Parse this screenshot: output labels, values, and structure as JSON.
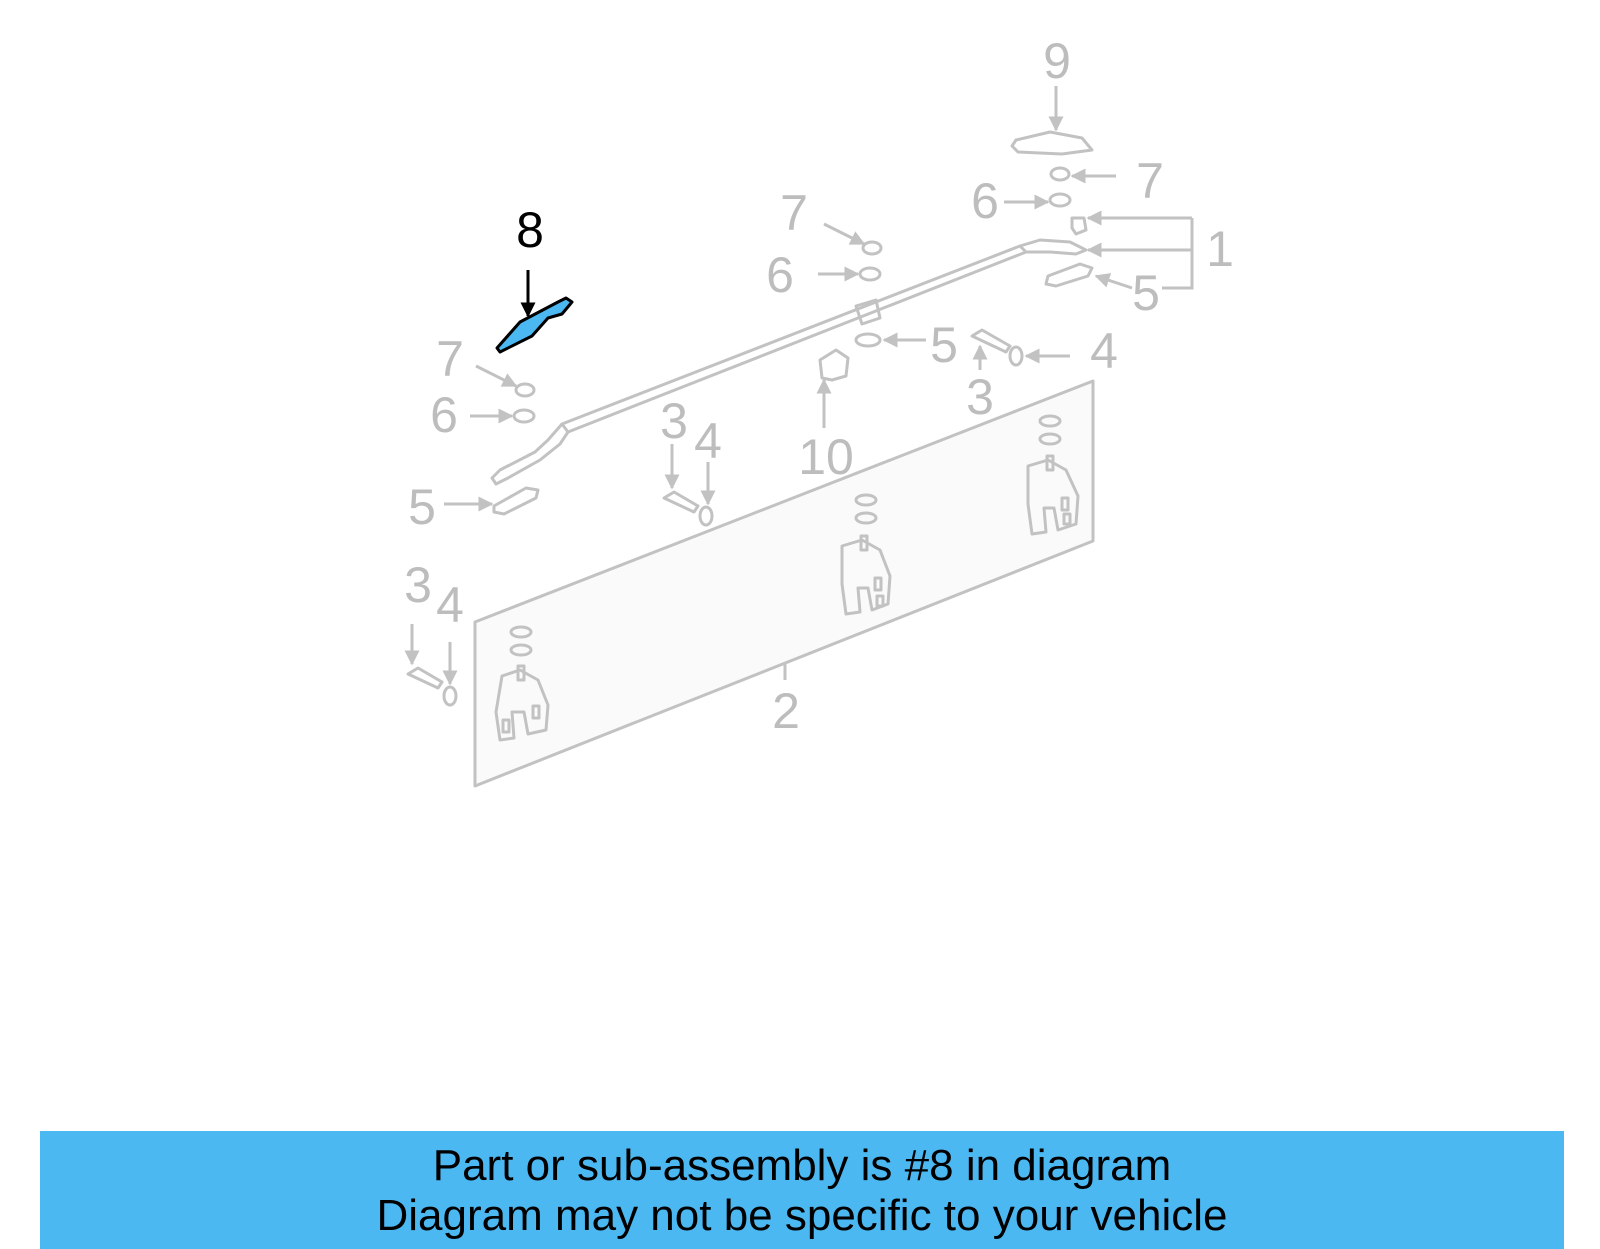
{
  "diagram": {
    "callouts": {
      "c1": "1",
      "c2": "2",
      "c3a": "3",
      "c3b": "3",
      "c3c": "3",
      "c4a": "4",
      "c4b": "4",
      "c4c": "4",
      "c5a": "5",
      "c5b": "5",
      "c5c": "5",
      "c6a": "6",
      "c6b": "6",
      "c6c": "6",
      "c7a": "7",
      "c7b": "7",
      "c7c": "7",
      "c8": "8",
      "c9": "9",
      "c10": "10"
    },
    "highlighted_part": "8",
    "highlight_color": "#4cb8f2",
    "line_color": "#c2c2c2"
  },
  "banner": {
    "line1": "Part or sub-assembly is #8 in diagram",
    "line2": "Diagram may not be specific to your vehicle",
    "color": "#4cb8f2"
  }
}
